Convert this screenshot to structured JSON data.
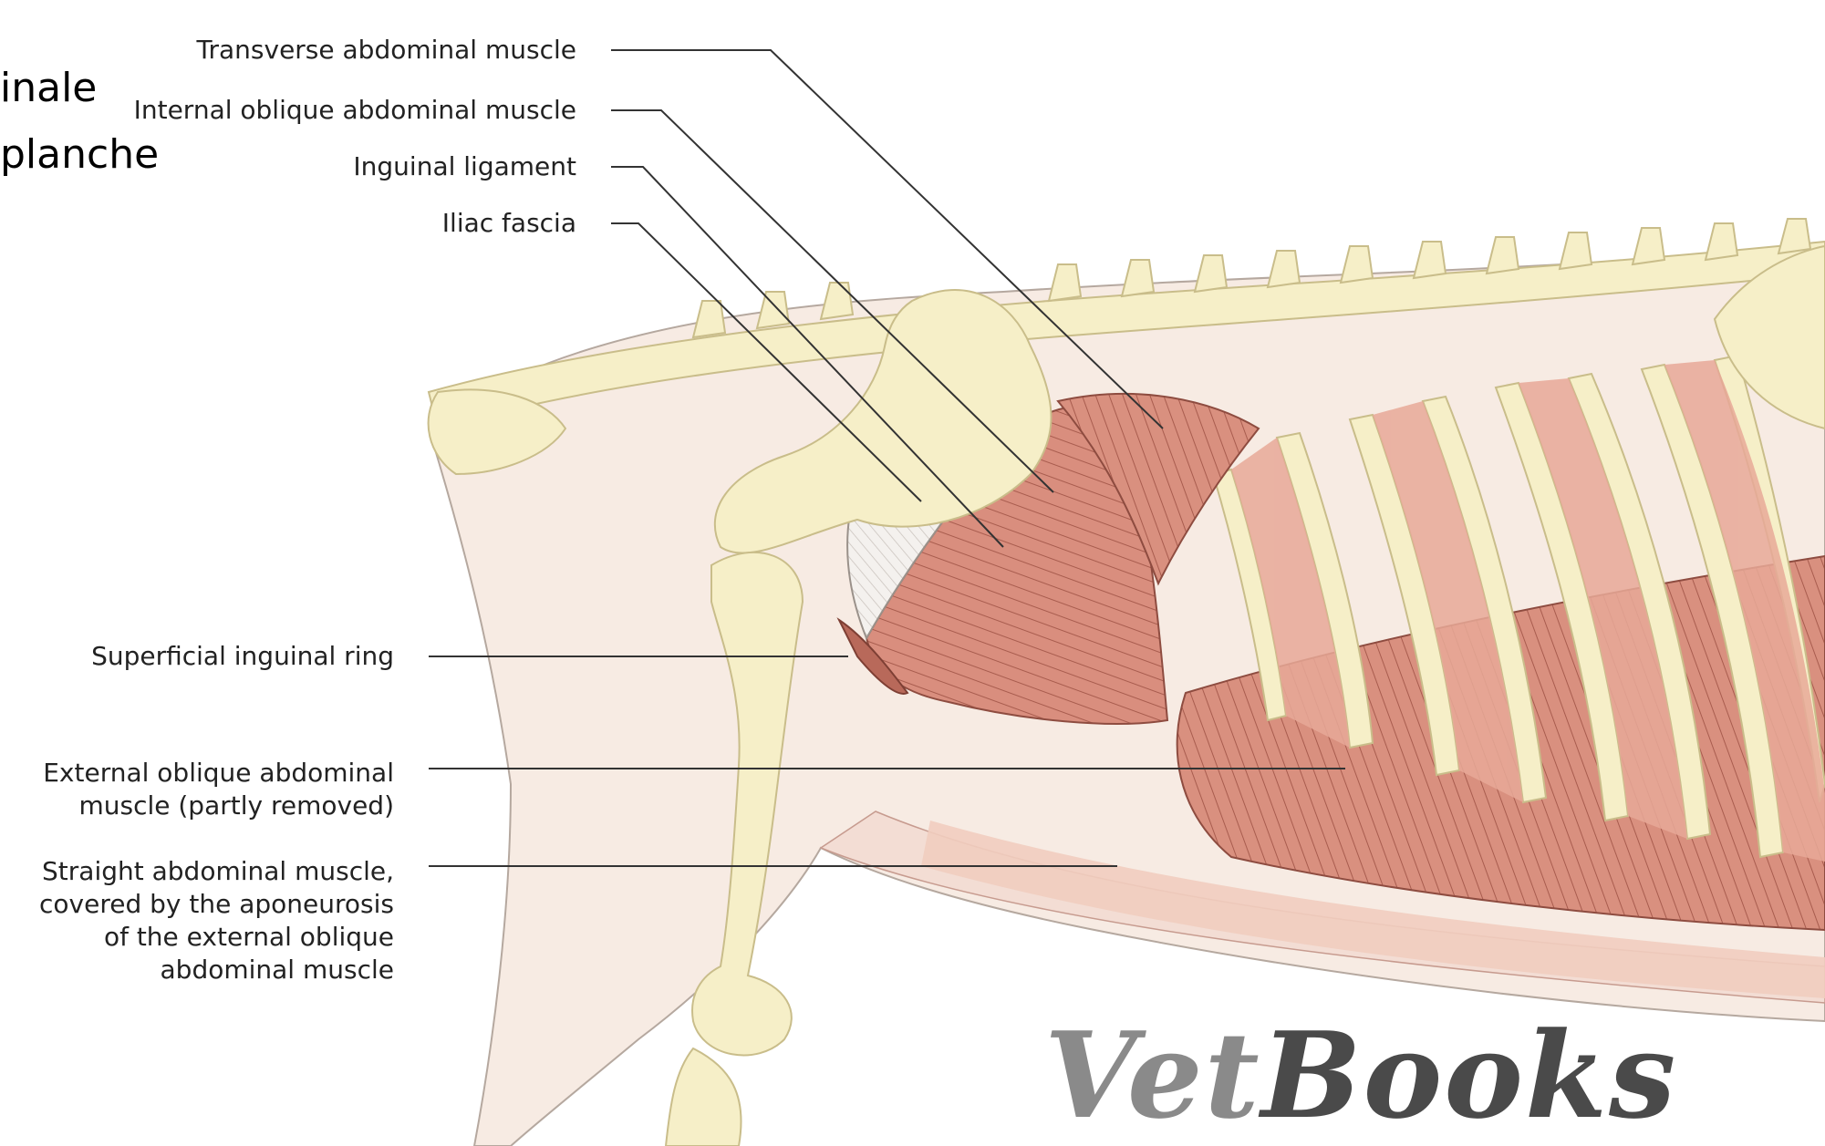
{
  "title_fragments": [
    "inale",
    "planche"
  ],
  "labels": {
    "transverse": "Transverse abdominal muscle",
    "internal_oblique": "Internal oblique abdominal muscle",
    "inguinal_ligament": "Inguinal ligament",
    "iliac_fascia": "Iliac fascia",
    "superficial_ring": "Superficial inguinal ring",
    "external_oblique": [
      "External oblique abdominal",
      "muscle (partly removed)"
    ],
    "straight": [
      "Straight abdominal muscle,",
      "covered by the aponeurosis",
      "of the external oblique",
      "abdominal muscle"
    ]
  },
  "watermark": {
    "part1": "Vet",
    "part2": "Books"
  },
  "colors": {
    "bone": "#f6efc8",
    "muscle": "#d98e7e",
    "muscle_dark": "#b8695a",
    "skin": "#f7ebe3",
    "leader": "#333333"
  }
}
